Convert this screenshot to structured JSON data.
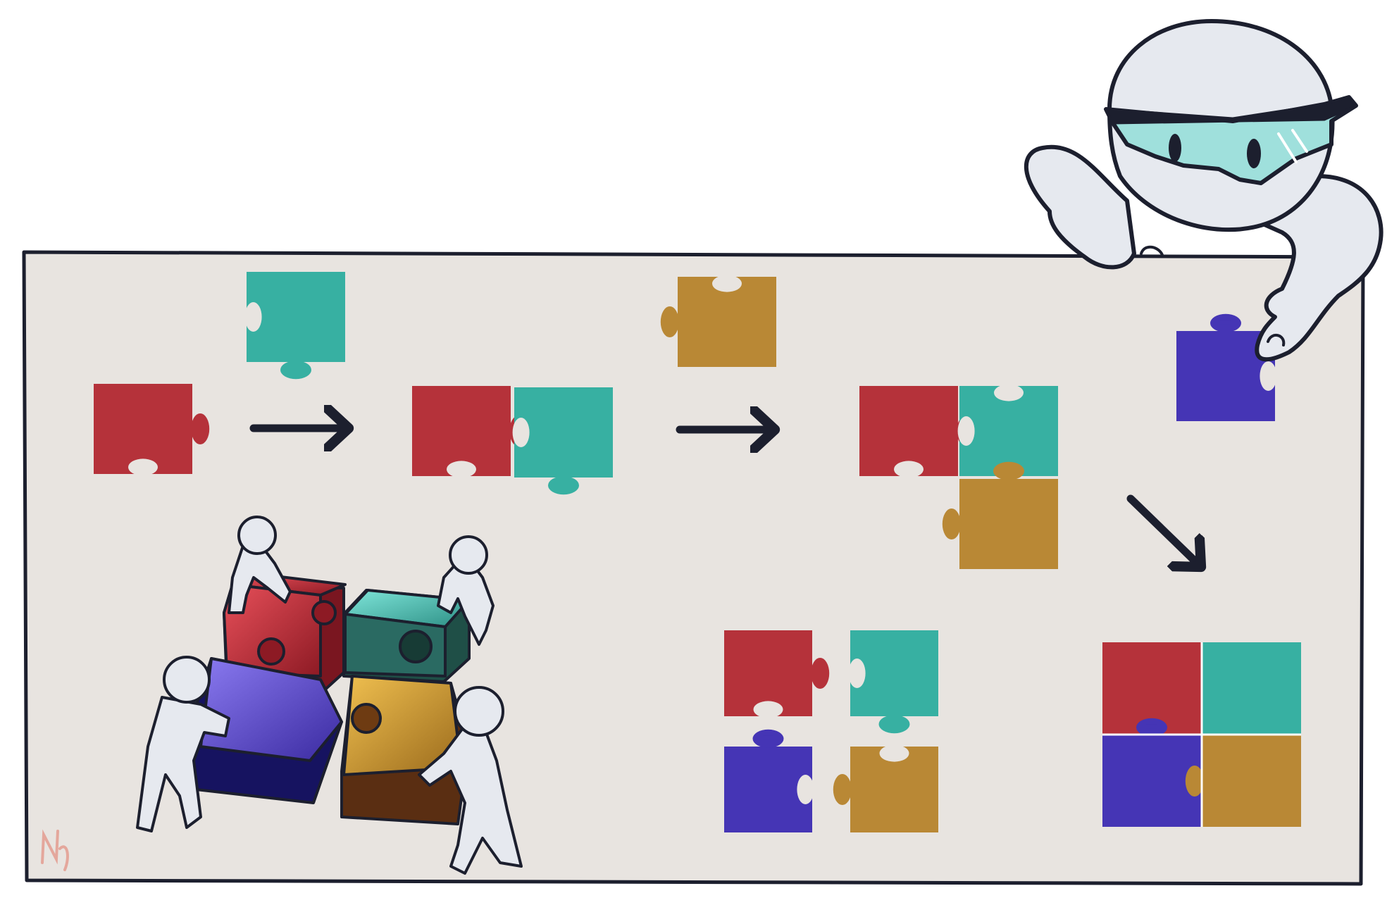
{
  "colors": {
    "red": "#b5323a",
    "teal": "#37b0a2",
    "gold": "#b98835",
    "purple": "#4535b5",
    "board": "#e8e4e0",
    "outline": "#1c1f2e",
    "figure": "#e6e9ef",
    "goggles": "#9fe0dc"
  },
  "icons": {
    "arrow": "arrow-icon",
    "scientist": "scientist-figure",
    "workers": "people-assembling-puzzle",
    "signature": "artist-signature"
  },
  "steps": [
    "one-piece",
    "two-pieces",
    "three-pieces",
    "four-separate-pieces",
    "four-assembled-pieces"
  ]
}
